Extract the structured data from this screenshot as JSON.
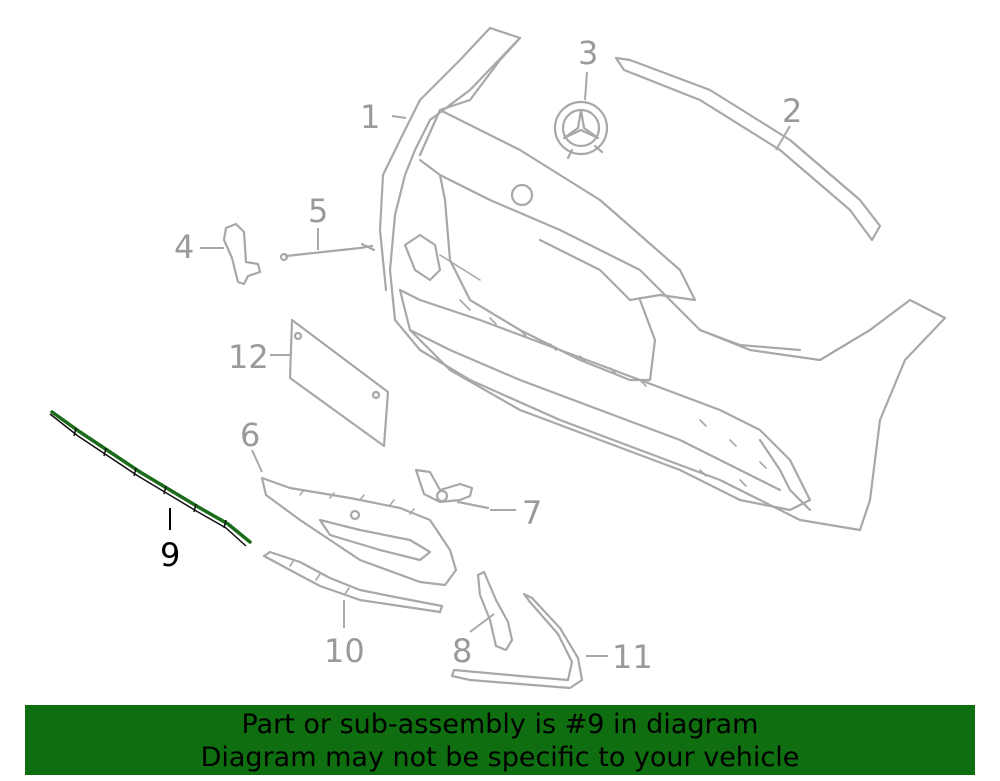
{
  "callouts": {
    "c1": "1",
    "c2": "2",
    "c3": "3",
    "c4": "4",
    "c5": "5",
    "c6": "6",
    "c7": "7",
    "c8": "8",
    "c9": "9",
    "c10": "10",
    "c11": "11",
    "c12": "12"
  },
  "highlight_part": "9",
  "colors": {
    "highlight": "#1a6b1a",
    "banner": "#0f6e0f",
    "lineart": "#a8a8a8"
  },
  "banner": {
    "line1": "Part or sub-assembly is #9 in diagram",
    "line2": "Diagram may not be specific to your vehicle"
  }
}
